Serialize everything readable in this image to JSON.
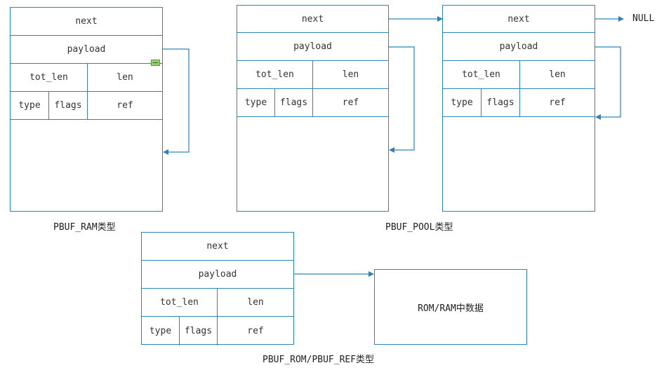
{
  "fields": {
    "next": "next",
    "payload": "payload",
    "tot_len": "tot_len",
    "len": "len",
    "type": "type",
    "flags": "flags",
    "ref": "ref"
  },
  "captions": {
    "ram": "PBUF_RAM类型",
    "pool": "PBUF_POOL类型",
    "rom_ref": "PBUF_ROM/PBUF_REF类型"
  },
  "rom_data_label": "ROM/RAM中数据",
  "null_label": "NULL",
  "colors": {
    "line": "#2f83b8",
    "handle": "#8fd36a"
  }
}
